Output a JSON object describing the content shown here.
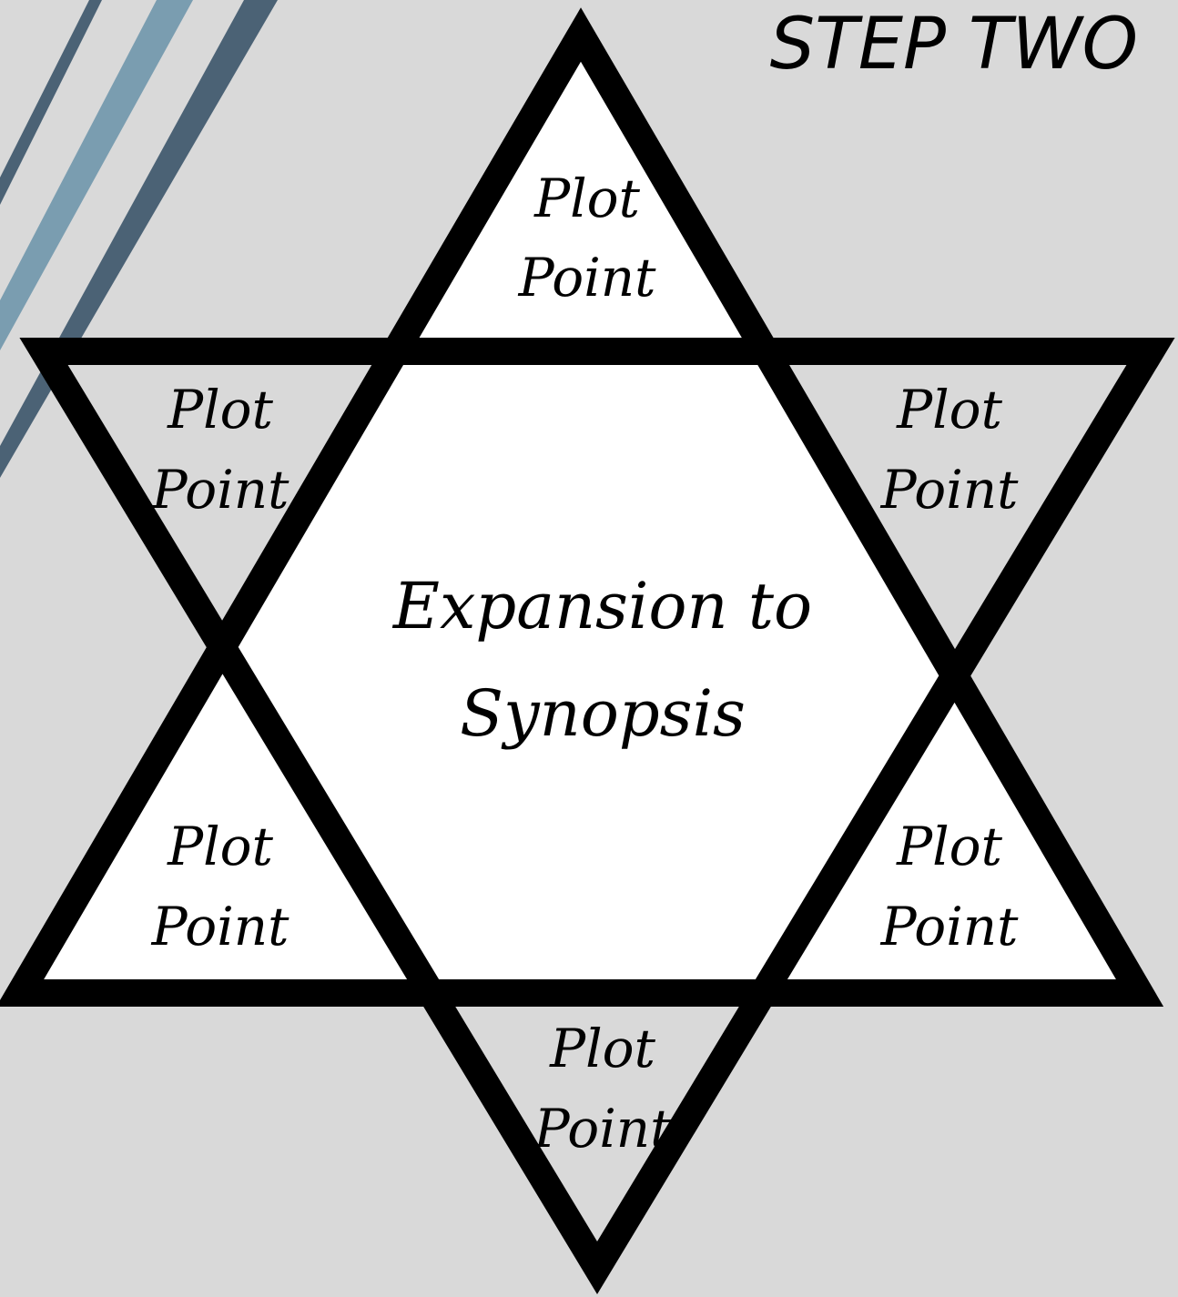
{
  "title": "STEP TWO",
  "center": {
    "line1": "Expansion to",
    "line2": "Synopsis"
  },
  "points": [
    {
      "line1": "Plot",
      "line2": "Point"
    },
    {
      "line1": "Plot",
      "line2": "Point"
    },
    {
      "line1": "Plot",
      "line2": "Point"
    },
    {
      "line1": "Plot",
      "line2": "Point"
    },
    {
      "line1": "Plot",
      "line2": "Point"
    },
    {
      "line1": "Plot",
      "line2": "Point"
    }
  ],
  "colors": {
    "background": "#d9d9d9",
    "outline": "#000000",
    "fill": "#ffffff",
    "stripe_dark": "#4b6275",
    "stripe_light": "#7a9db0"
  }
}
